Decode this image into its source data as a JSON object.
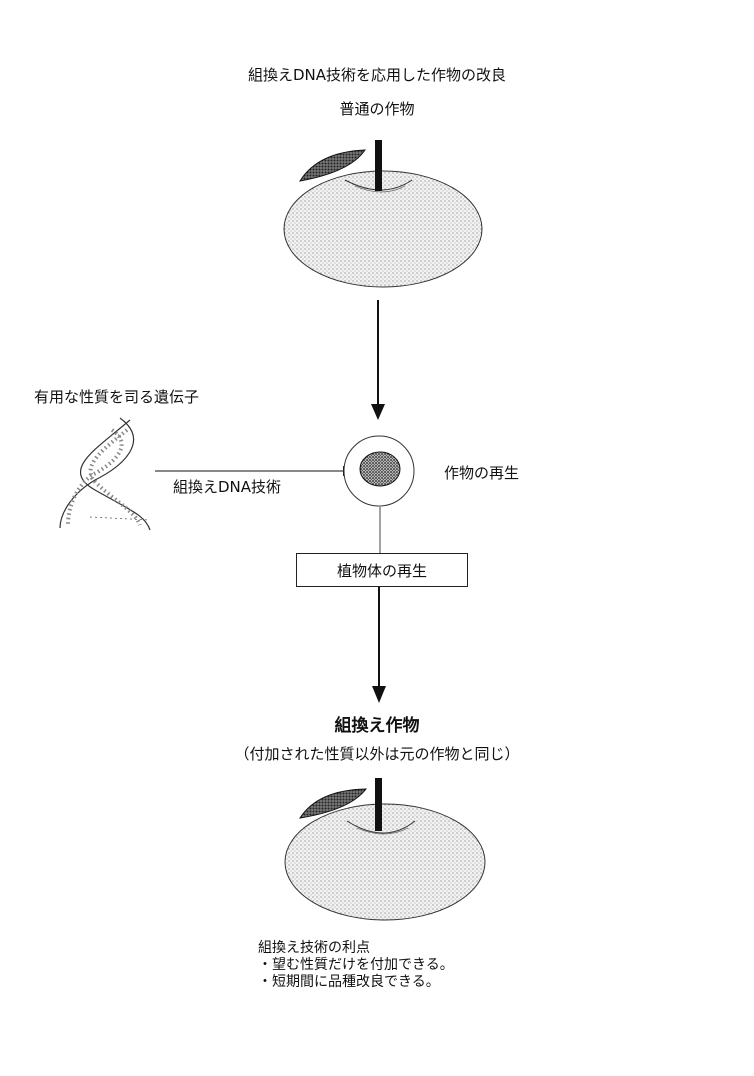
{
  "title": "組換えDNA技術を応用した作物の改良",
  "subtitle": "普通の作物",
  "gene_label": "有用な性質を司る遺伝子",
  "technique_label": "組換えDNA技術",
  "regeneration_label": "作物の再生",
  "plant_regeneration_box": "植物体の再生",
  "result_title": "組換え作物",
  "result_note": "（付加された性質以外は元の作物と同じ）",
  "benefits": {
    "heading": "組換え技術の利点",
    "items": [
      "・望む性質だけを付加できる。",
      "・短期間に品種改良できる。"
    ]
  }
}
